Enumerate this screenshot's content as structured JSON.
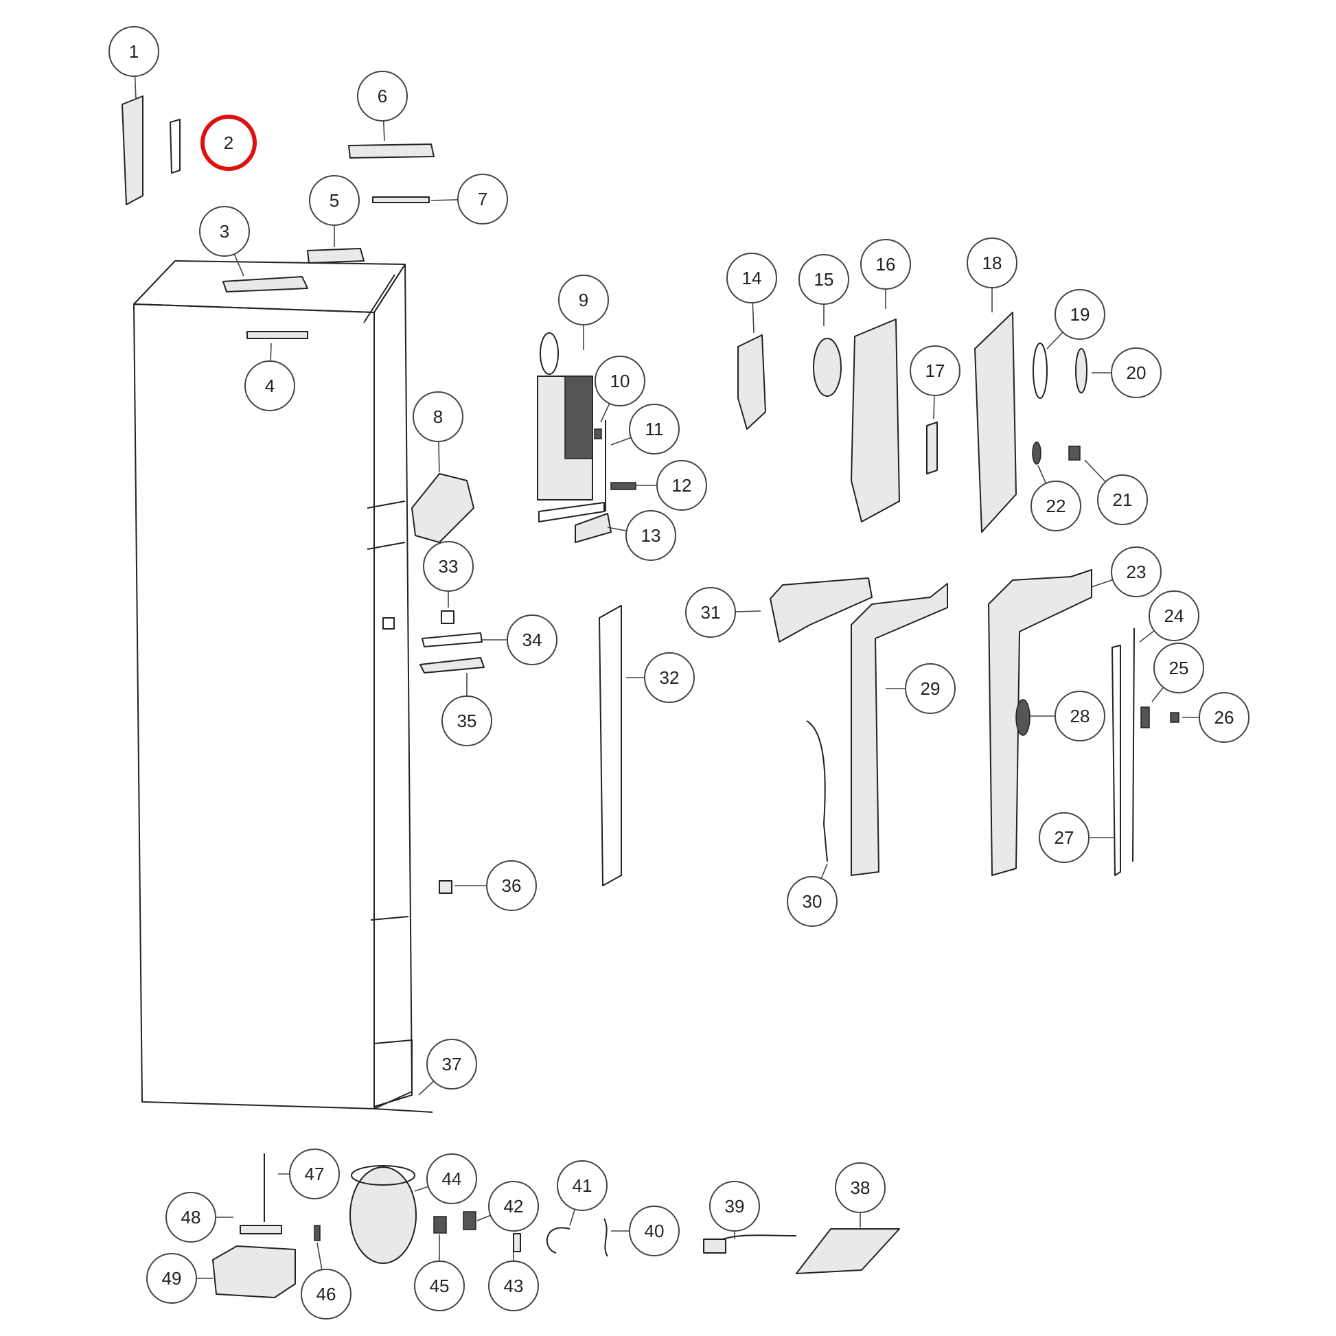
{
  "diagram": {
    "highlight_color": "#e01010",
    "highlighted_label": "2",
    "callouts": [
      "1",
      "2",
      "3",
      "4",
      "5",
      "6",
      "7",
      "8",
      "9",
      "10",
      "11",
      "12",
      "13",
      "14",
      "15",
      "16",
      "17",
      "18",
      "19",
      "20",
      "21",
      "22",
      "23",
      "24",
      "25",
      "26",
      "27",
      "28",
      "29",
      "30",
      "31",
      "32",
      "33",
      "34",
      "35",
      "36",
      "37",
      "38",
      "39",
      "40",
      "41",
      "42",
      "43",
      "44",
      "45",
      "46",
      "47",
      "48",
      "49"
    ]
  }
}
